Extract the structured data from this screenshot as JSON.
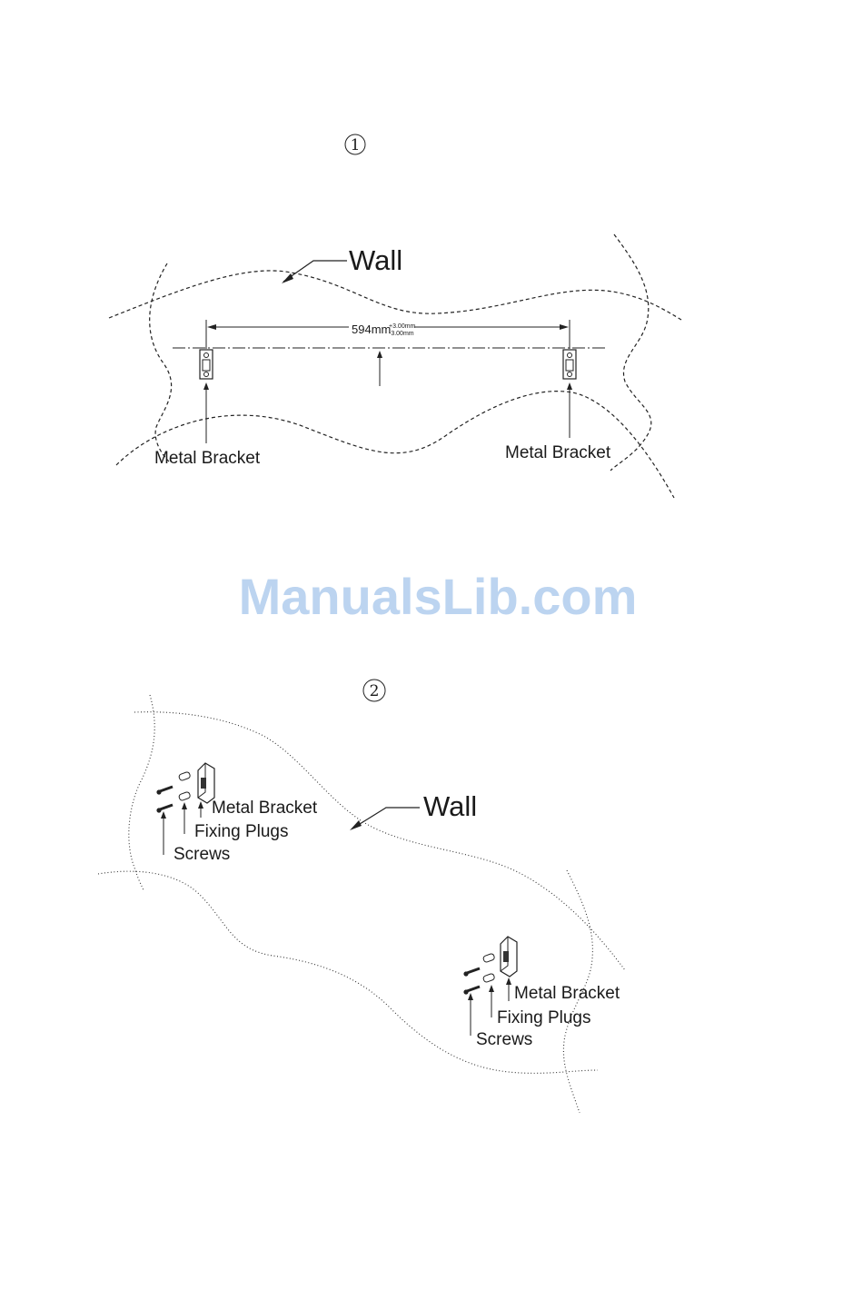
{
  "watermark": "ManualsLib.com",
  "step1": {
    "number": "1",
    "wall_label": "Wall",
    "dimension_value": "594mm",
    "tolerance_plus": "+3.00mm",
    "tolerance_minus": "-3.00mm",
    "left_bracket_label": "Metal Bracket",
    "right_bracket_label": "Metal Bracket"
  },
  "step2": {
    "number": "2",
    "wall_label": "Wall",
    "left_group": {
      "bracket_label": "Metal Bracket",
      "plugs_label": "Fixing Plugs",
      "screws_label": "Screws"
    },
    "right_group": {
      "bracket_label": "Metal Bracket",
      "plugs_label": "Fixing Plugs",
      "screws_label": "Screws"
    }
  }
}
